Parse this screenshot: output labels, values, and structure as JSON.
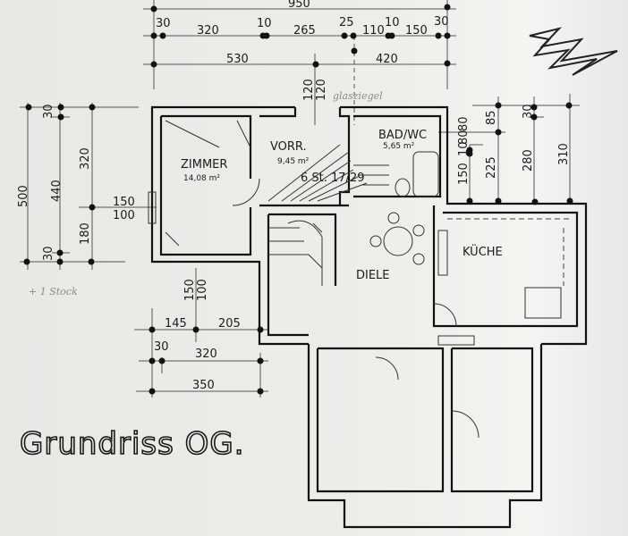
{
  "title": "Grundriss OG.",
  "rooms": {
    "zimmer": {
      "name": "ZIMMER",
      "area": "14,08 m²"
    },
    "vorraum": {
      "name": "VORR.",
      "area": "9,45 m²"
    },
    "stairs": {
      "label": "6 St. 17/29"
    },
    "bad": {
      "name": "BAD/WC",
      "area": "5,65 m²"
    },
    "diele": {
      "name": "DIELE"
    },
    "kueche": {
      "name": "KÜCHE"
    }
  },
  "annotations": {
    "glass": "glasziegel",
    "floor_note": "+ 1 Stock"
  },
  "dimensions": {
    "top_total": "950",
    "top_row": [
      "30",
      "320",
      "10",
      "265",
      "25",
      "110",
      "10",
      "150",
      "30"
    ],
    "top_split": [
      "530",
      "420"
    ],
    "glass_opening": [
      "120",
      "120"
    ],
    "left_total": "500",
    "left_inner": [
      "30",
      "440",
      "30"
    ],
    "left_window": [
      "320",
      "180"
    ],
    "left_window_size": [
      "150",
      "100"
    ],
    "right_bad": [
      "80",
      "80",
      "10",
      "150"
    ],
    "right_a": [
      "85",
      "225"
    ],
    "right_b": [
      "30",
      "280"
    ],
    "right_total": "310",
    "lower_window_size": [
      "150",
      "100"
    ],
    "lower_row1": [
      "145",
      "205"
    ],
    "lower_row2": [
      "30",
      "320"
    ],
    "lower_row3": "350"
  }
}
